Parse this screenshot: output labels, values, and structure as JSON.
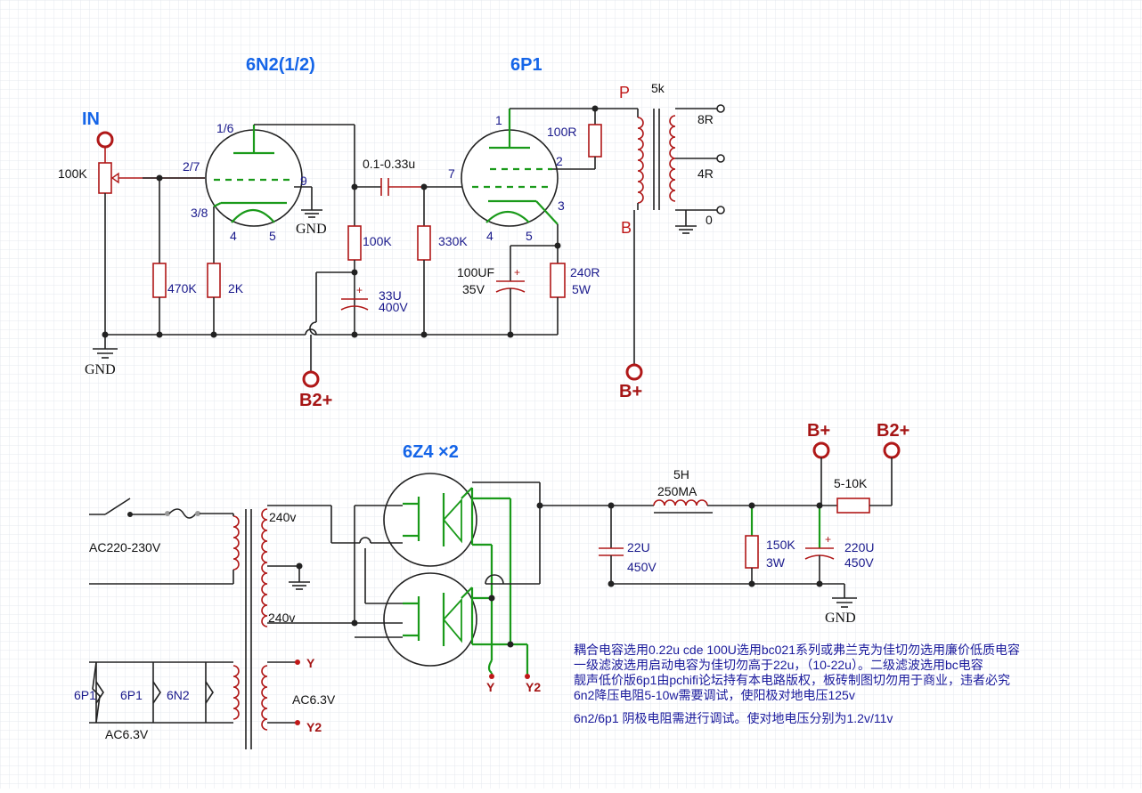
{
  "titles": {
    "preamp_tube": "6N2(1/2)",
    "power_tube": "6P1",
    "rectifier": "6Z4 ×2"
  },
  "terminals": {
    "input": "IN",
    "b2_top": "B2+",
    "b_top": "B+",
    "b_supply": "B+",
    "b2_supply": "B2+",
    "plate": "P",
    "b_label": "B",
    "y": "Y",
    "y2": "Y2",
    "y_rect": "Y",
    "y2_rect": "Y2"
  },
  "pins": {
    "p16": "1/6",
    "p27": "2/7",
    "p38": "3/8",
    "p4a": "4",
    "p5a": "5",
    "p9": "9",
    "p1": "1",
    "p2": "2",
    "p3": "3",
    "p7": "7",
    "p4b": "4",
    "p5b": "5"
  },
  "components": {
    "vr": "100K",
    "r470k": "470K",
    "r2k": "2K",
    "r100k": "100K",
    "r330k": "330K",
    "cap_coupling": "0.1-0.33u",
    "cap33_a": "33U",
    "cap33_b": "400V",
    "cap100_a": "100UF",
    "cap100_b": "35V",
    "r100r": "100R",
    "r240_a": "240R",
    "r240_b": "5W",
    "ot_primary": "5k",
    "tap8": "8R",
    "tap4": "4R",
    "tap0": "0",
    "choke_a": "5H",
    "choke_b": "250MA",
    "c22_a": "22U",
    "c22_b": "450V",
    "r150_a": "150K",
    "r150_b": "3W",
    "c220_a": "220U",
    "c220_b": "450V",
    "r510": "5-10K",
    "pt_240a": "240v",
    "pt_240b": "240v",
    "pt_ac63": "AC6.3V",
    "mains": "AC220-230V",
    "heater_bus": "AC6.3V",
    "h1": "6P1",
    "h2": "6P1",
    "h3": "6N2"
  },
  "gnd": {
    "g1": "GND",
    "g2": "GND",
    "g3": "GND"
  },
  "notes": [
    "耦合电容选用0.22u cde 100U选用bc021系列或弗兰克为佳切勿选用廉价低质电容",
    "一级滤波选用启动电容为佳切勿高于22u，（10-22u）。二级滤波选用bc电容",
    "靓声低价版6p1由pchifi论坛持有本电路版权，板砖制图切勿用于商业，违者必究",
    "6n2降压电阻5-10w需要调试，使阳极对地电压125v",
    "6n2/6p1 阴极电阻需进行调试。使对地电压分别为1.2v/11v"
  ]
}
